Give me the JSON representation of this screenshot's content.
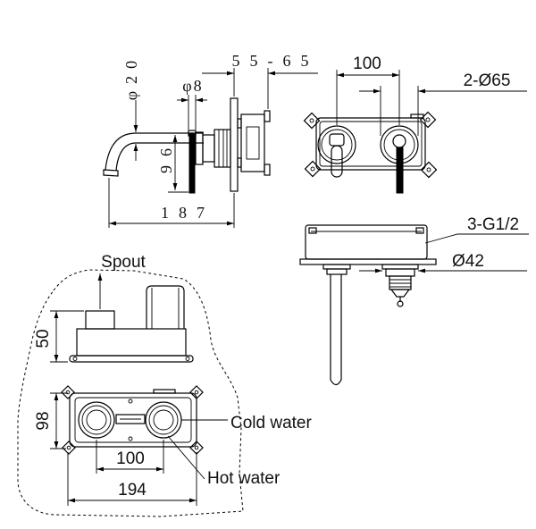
{
  "side_view": {
    "spout_dia": "φ20",
    "lever_dia": "φ8",
    "depth_range": "55-65",
    "lever_drop": "96",
    "projection": "187"
  },
  "front_view": {
    "handle_spacing": "100",
    "escutcheon_dia": "2-Ø65"
  },
  "plan_view": {
    "thread": "3-G1/2",
    "connector_dia": "Ø42"
  },
  "box_view": {
    "spout": "Spout",
    "depth": "50",
    "height": "98",
    "cold": "Cold water",
    "hot": "Hot water",
    "spacing": "100",
    "width": "194"
  }
}
